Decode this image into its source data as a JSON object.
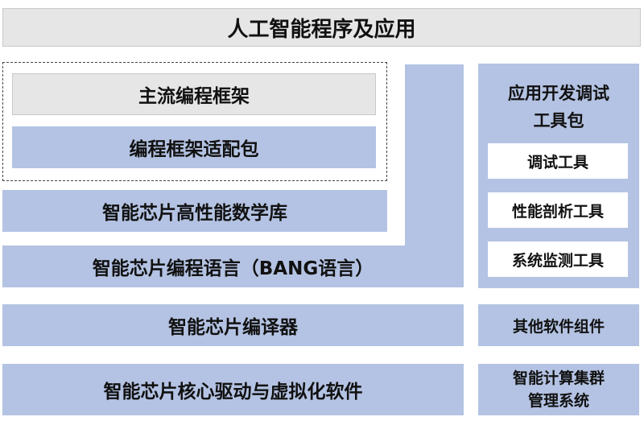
{
  "top": {
    "title": "人工智能程序及应用"
  },
  "stack": {
    "mainstream_frameworks": "主流编程框架",
    "framework_adapter": "编程框架适配包",
    "math_library": "智能芯片高性能数学库",
    "programming_language": "智能芯片编程语言（BANG语言）",
    "compiler": "智能芯片编译器",
    "driver_virtualization": "智能芯片核心驱动与虚拟化软件"
  },
  "sidebar": {
    "title_line1": "应用开发调试",
    "title_line2": "工具包",
    "tools": [
      "调试工具",
      "性能剖析工具",
      "系统监测工具"
    ],
    "other_components": "其他软件组件",
    "cluster_line1": "智能计算集群",
    "cluster_line2": "管理系统"
  },
  "colors": {
    "block_blue": "#b4c3e3",
    "block_gray": "#e6e6e6",
    "dashed_border": "#444444"
  }
}
